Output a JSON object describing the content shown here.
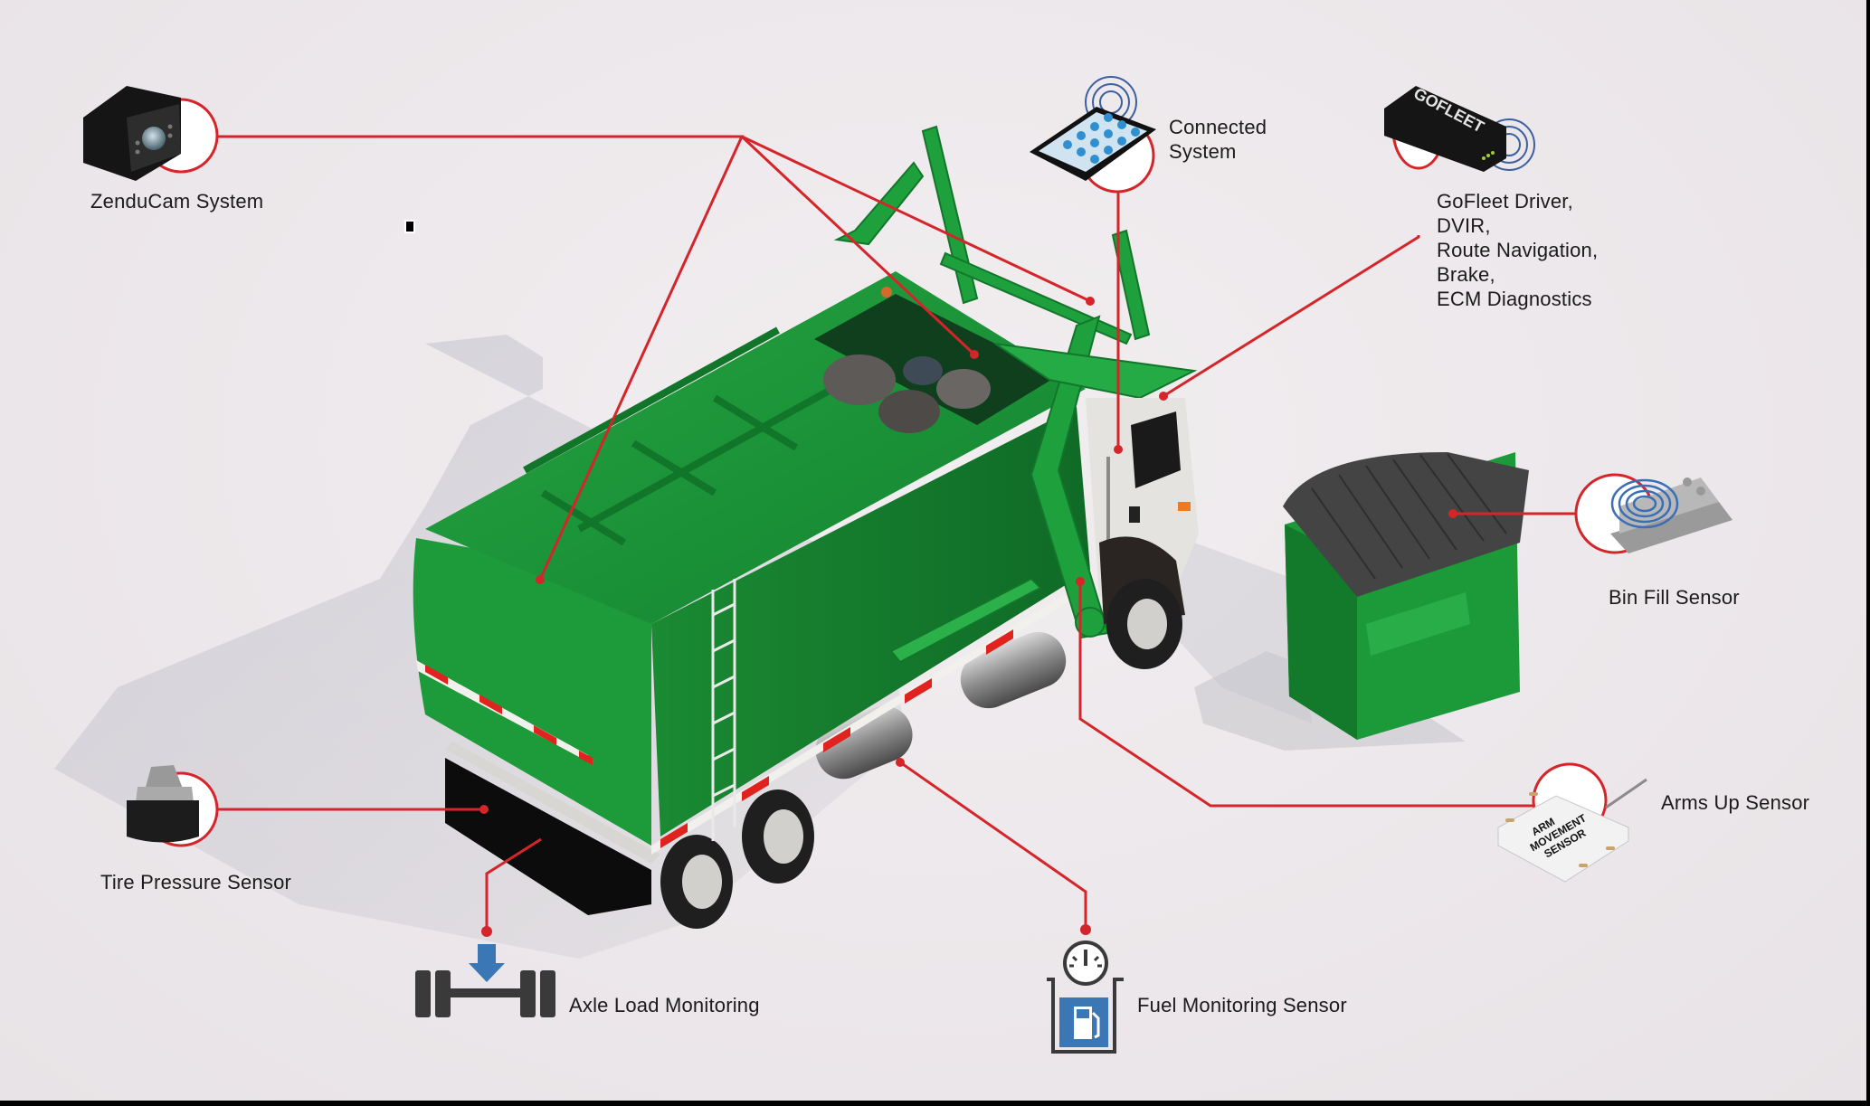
{
  "diagram": {
    "subject": "Garbage truck telematics sensor layout",
    "colors": {
      "background": "#ece7ea",
      "callout_line": "#d4252a",
      "truck_green": "#1f9a3a",
      "truck_green_dark": "#157a2b",
      "cab_white": "#e4e2e0",
      "icon_blue": "#3b76b5",
      "icon_dark": "#3a3a3a"
    },
    "callouts": [
      {
        "id": "zenducam",
        "label": "ZenduCam System",
        "icon": "dashcam-icon"
      },
      {
        "id": "connected",
        "label_lines": [
          "Connected",
          "System"
        ],
        "icon": "tablet-wireless-icon"
      },
      {
        "id": "gofleet",
        "label_lines": [
          "GoFleet Driver,",
          "DVIR,",
          "Route Navigation,",
          "Brake,",
          "ECM Diagnostics"
        ],
        "icon": "gofleet-device-icon",
        "device_text": "GOFLEET"
      },
      {
        "id": "binfill",
        "label": "Bin Fill Sensor",
        "icon": "bin-fill-sensor-icon"
      },
      {
        "id": "armsup",
        "label": "Arms Up Sensor",
        "icon": "arm-movement-sensor-icon",
        "device_text_lines": [
          "ARM",
          "MOVEMENT",
          "SENSOR"
        ]
      },
      {
        "id": "tire",
        "label": "Tire Pressure Sensor",
        "icon": "tire-pressure-sensor-icon"
      },
      {
        "id": "axle",
        "label": "Axle Load Monitoring",
        "icon": "axle-load-icon"
      },
      {
        "id": "fuel",
        "label": "Fuel Monitoring Sensor",
        "icon": "fuel-gauge-icon"
      }
    ]
  }
}
